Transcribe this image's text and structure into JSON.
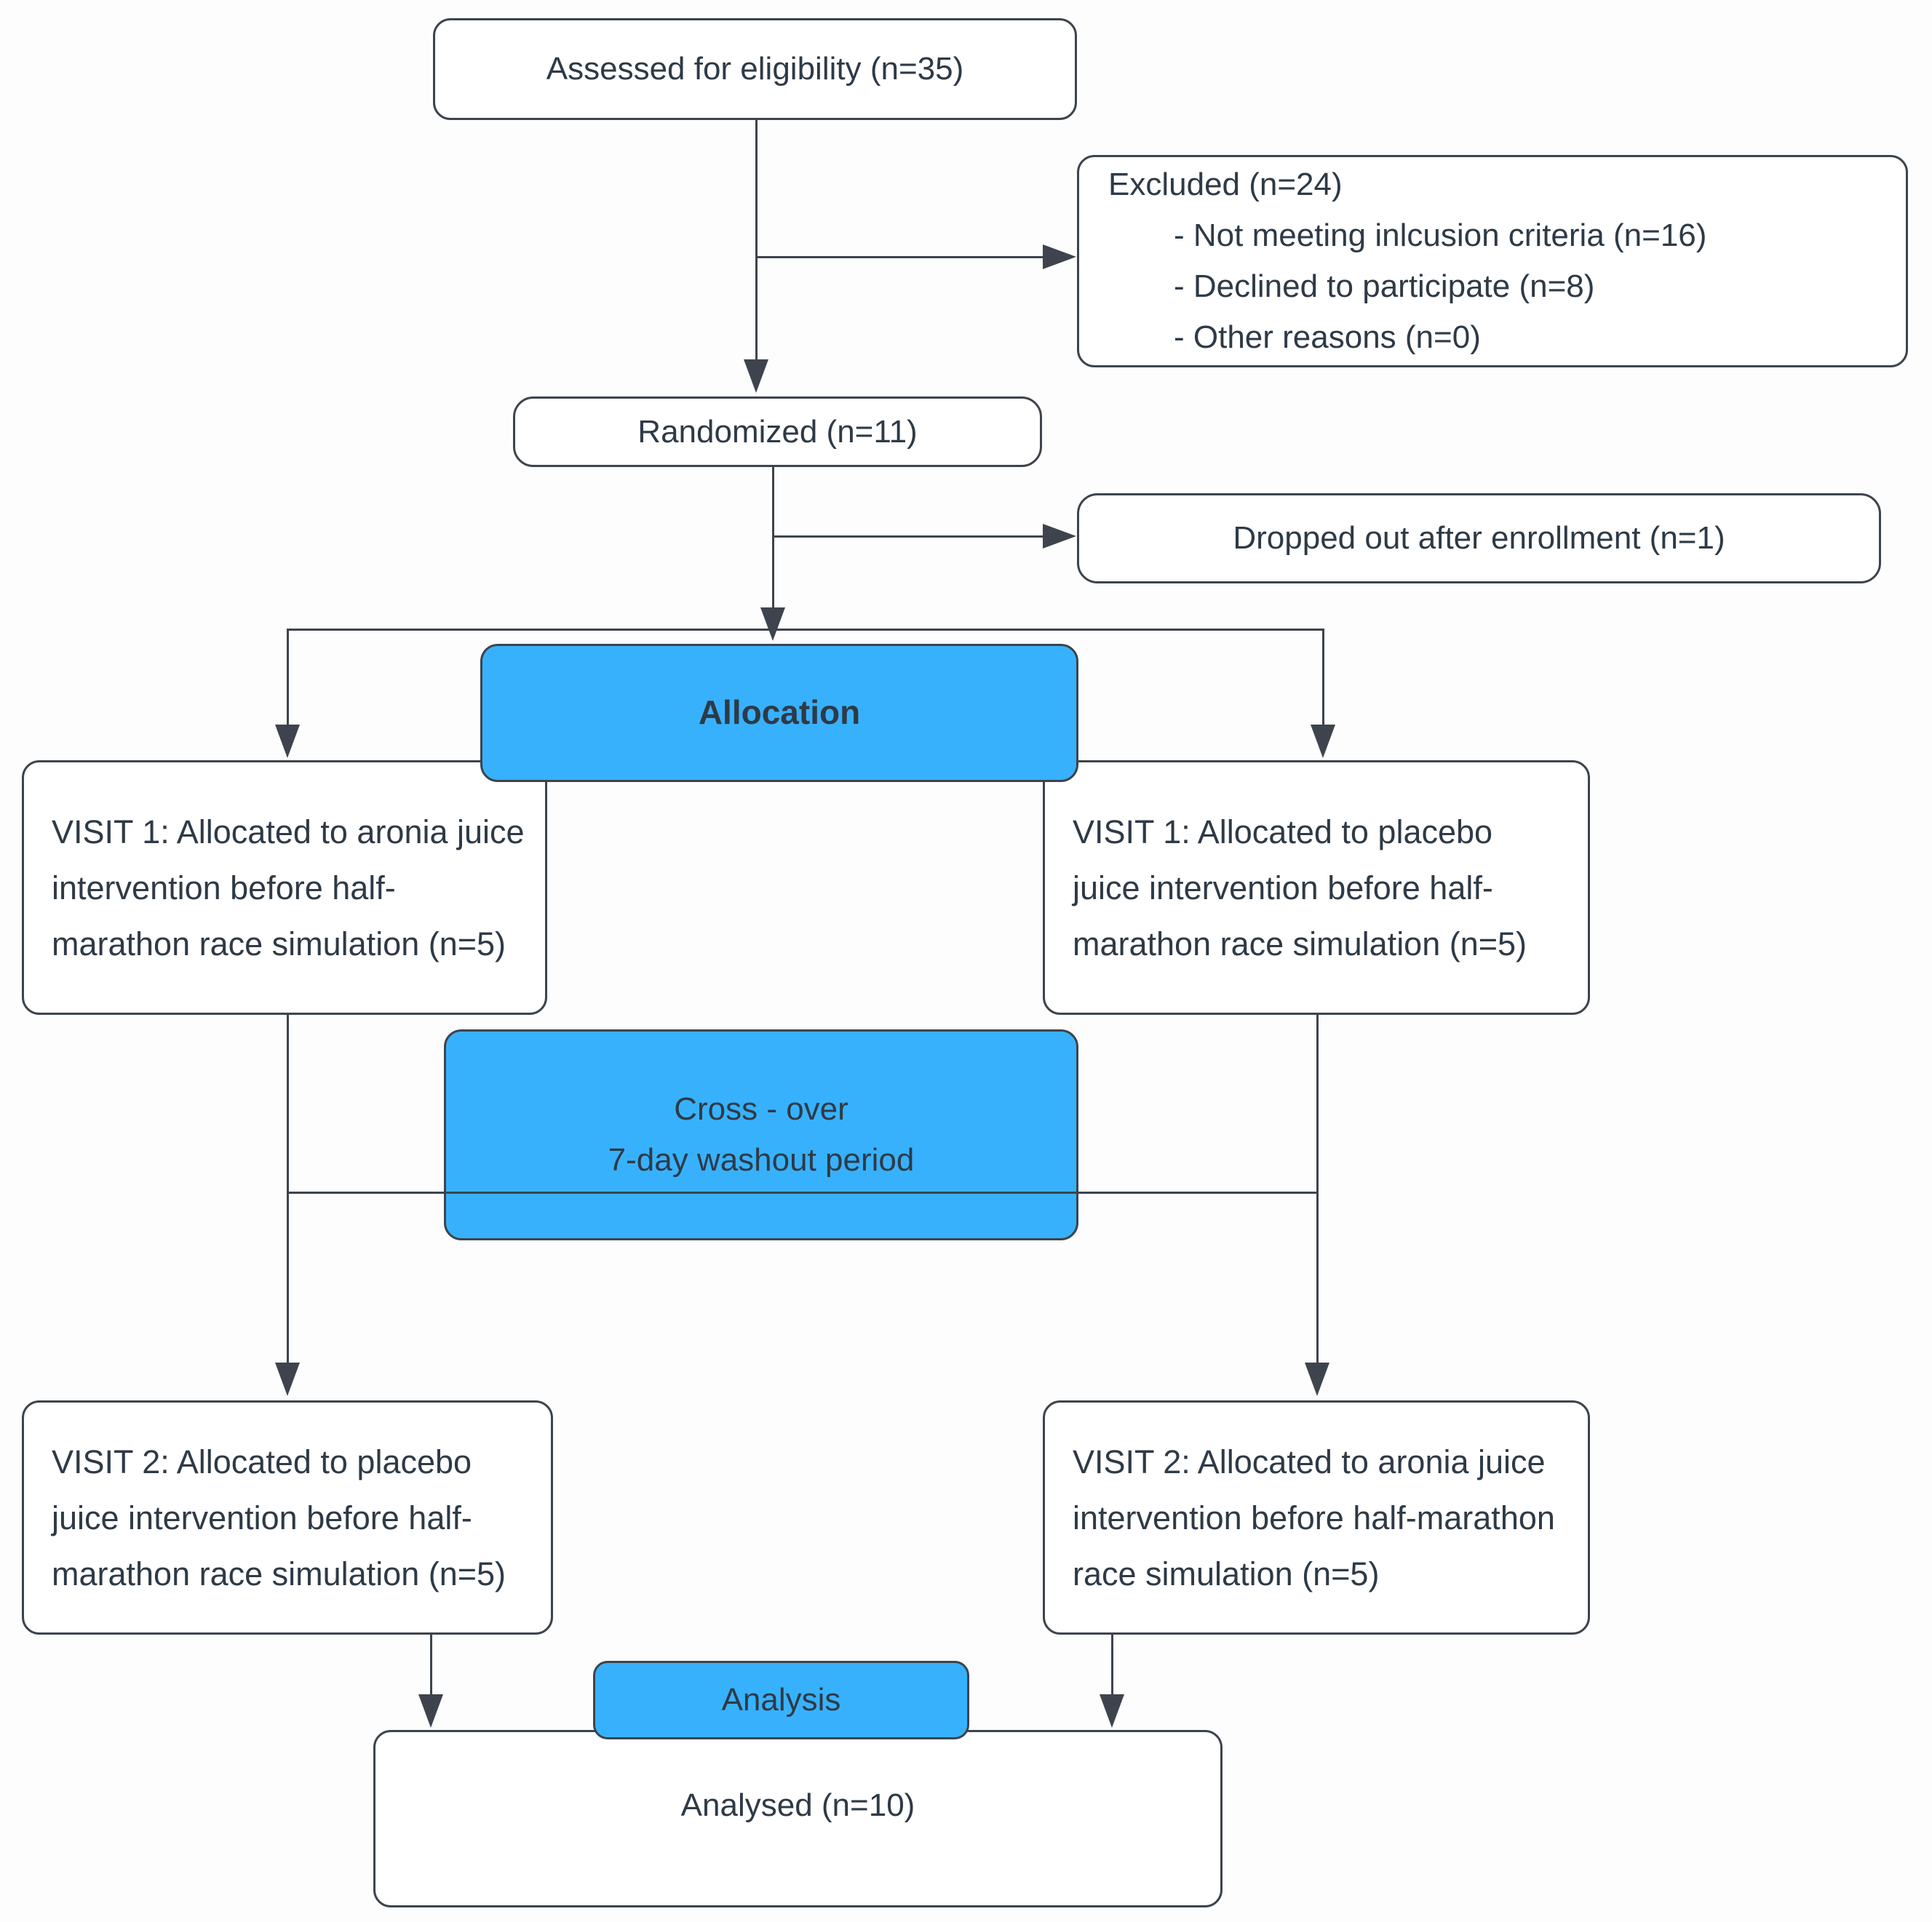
{
  "title": "CONSORT participant flow diagram",
  "colors": {
    "accent_blue": "#38b1fc",
    "line": "#3d444d",
    "text": "#2e3a46",
    "box_background": "#ffffff"
  },
  "boxes": {
    "assessed": {
      "label": "Assessed for eligibility (n=35)"
    },
    "excluded": {
      "title": "Excluded (n=24)",
      "items": [
        "- Not meeting inlcusion criteria (n=16)",
        "- Declined to participate (n=8)",
        "- Other reasons (n=0)"
      ]
    },
    "randomized": {
      "label": "Randomized (n=11)"
    },
    "dropped_out": {
      "label": "Dropped out after enrollment (n=1)"
    },
    "allocation": {
      "label": "Allocation"
    },
    "visit1_left": {
      "label": "VISIT 1: Allocated to aronia juice intervention before half-marathon race simulation (n=5)"
    },
    "visit1_right": {
      "label": "VISIT 1: Allocated to placebo juice intervention before half-marathon race simulation (n=5)"
    },
    "crossover": {
      "line1": "Cross - over",
      "line2": "7-day washout period"
    },
    "visit2_left": {
      "label": "VISIT 2: Allocated to placebo juice intervention before half-marathon race simulation (n=5)"
    },
    "visit2_right": {
      "label": "VISIT 2: Allocated to aronia juice intervention before half-marathon race simulation (n=5)"
    },
    "analysis": {
      "label": "Analysis"
    },
    "analysed": {
      "label": "Analysed (n=10)"
    }
  }
}
